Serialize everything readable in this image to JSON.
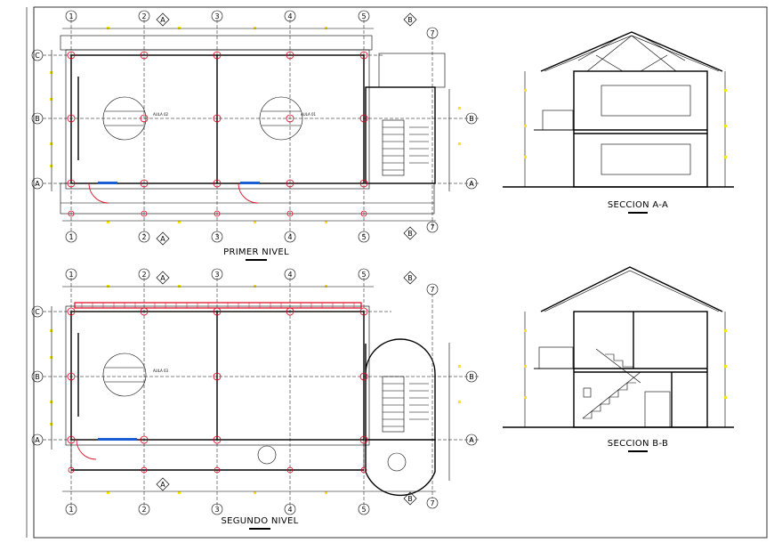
{
  "frame": {
    "border_color": "#000000",
    "bg": "#ffffff"
  },
  "grid_axes": {
    "columns": [
      "1",
      "2",
      "3",
      "4",
      "5"
    ],
    "rows": [
      "A",
      "B",
      "C"
    ],
    "extra_column": "7",
    "section_markers": [
      "A",
      "B"
    ]
  },
  "plans": [
    {
      "id": "primer",
      "title": "PRIMER NIVEL",
      "room_labels": [
        "AULA 02",
        "AULA 01"
      ]
    },
    {
      "id": "segundo",
      "title": "SEGUNDO NIVEL",
      "room_labels": [
        "AULA 03"
      ]
    }
  ],
  "sections": [
    {
      "id": "a-a",
      "title": "SECCION A-A"
    },
    {
      "id": "b-b",
      "title": "SECCION B-B"
    }
  ],
  "colors": {
    "line": "#000000",
    "column_marker": "#e0001b",
    "dimension_dot": "#ffe600",
    "railing": "#e0001b",
    "window": "#1a5fd1"
  }
}
